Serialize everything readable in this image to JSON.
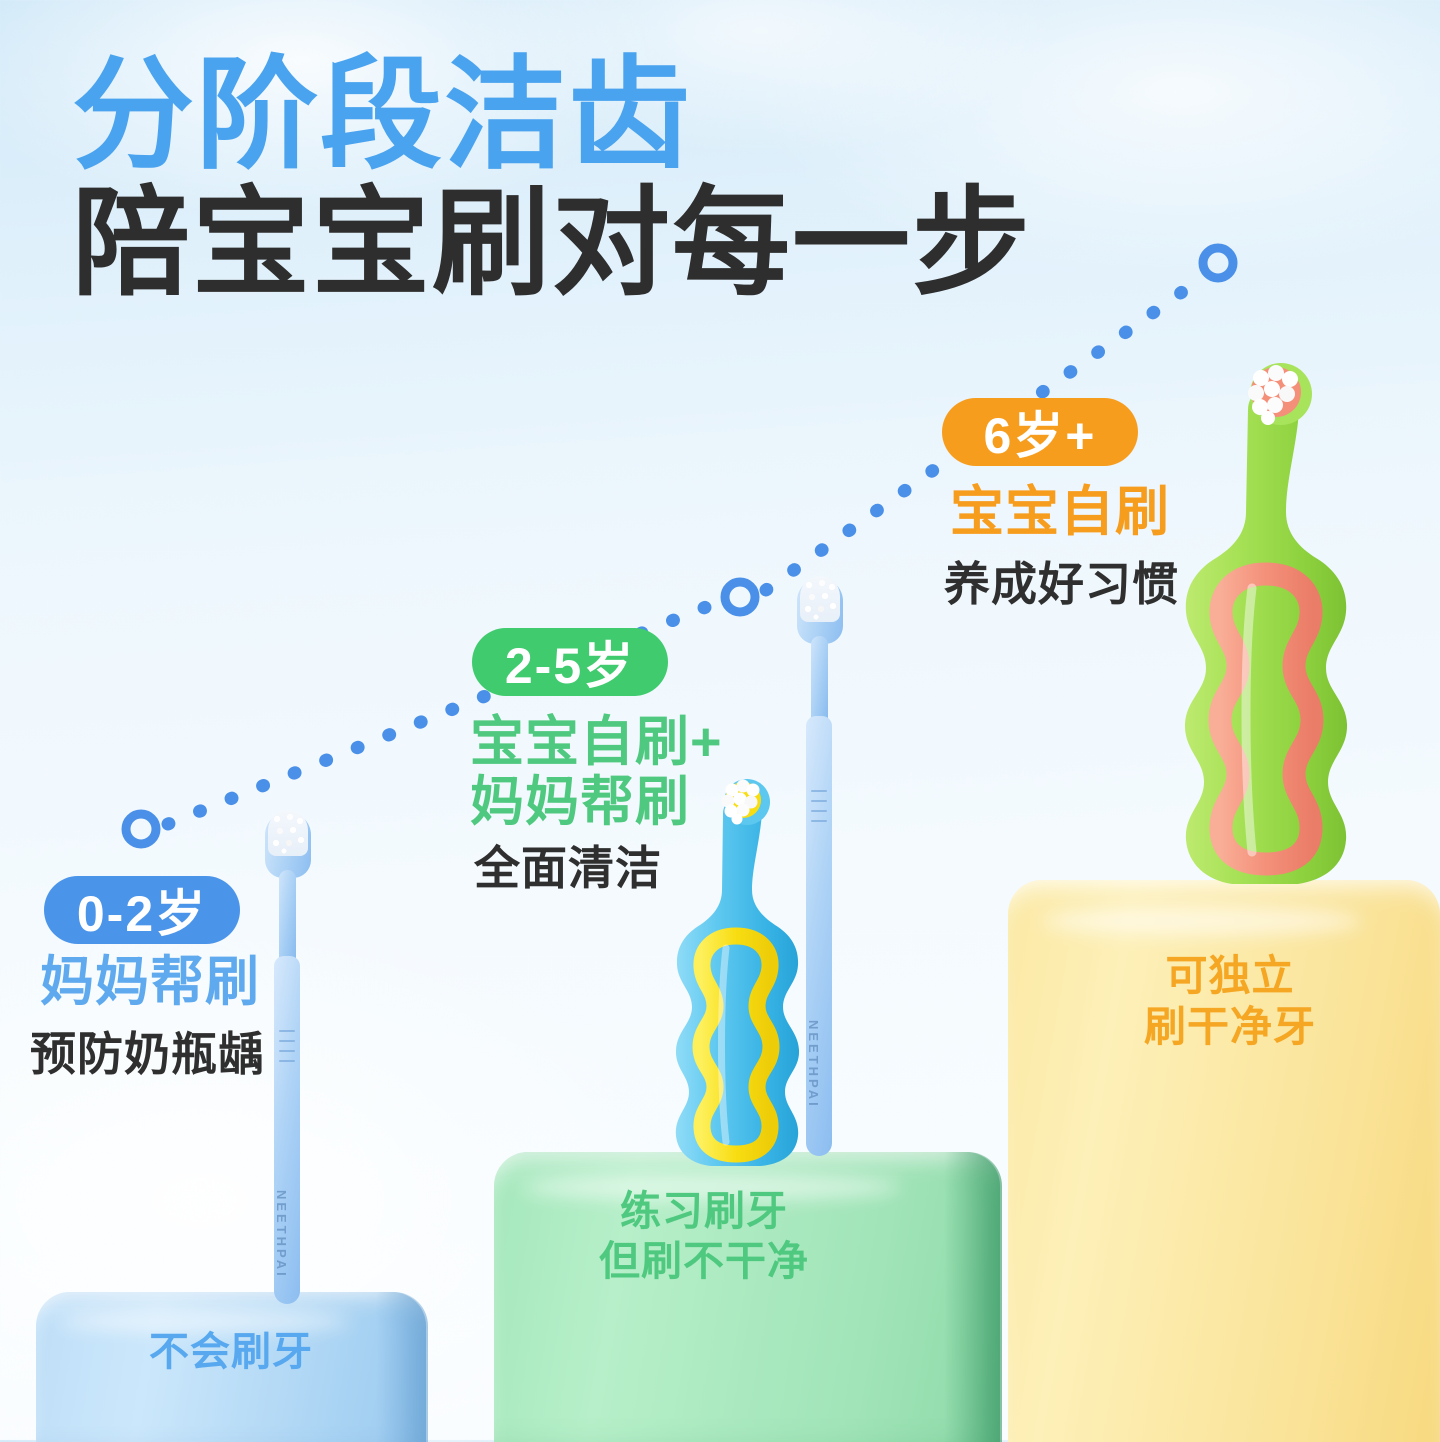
{
  "headline": {
    "line1": "分阶段洁齿",
    "line2": "陪宝宝刷对每一步",
    "line1_color": "#4aa3ef",
    "line2_color": "#2e2e2e"
  },
  "theme": {
    "background_top": "#cfe8f8",
    "background_bottom": "#fbfdff",
    "dot_path_color": "#4a90e8"
  },
  "stages": [
    {
      "badge_label": "0-2岁",
      "badge_color": "#4a94ea",
      "main_text": "妈妈帮刷",
      "main_color": "#5fa9ef",
      "sub_text": "预防奶瓶龋",
      "sub_color": "#2f2f2f",
      "platform_label": "不会刷牙",
      "platform_color": "#bfdff8",
      "platform_text_color": "#57a8ef",
      "product_brand": "NEETHPAI",
      "product_type": "slim-toothbrush",
      "product_color": "#aed3f6"
    },
    {
      "badge_label": "2-5岁",
      "badge_color": "#3fcb6e",
      "main_text": "宝宝自刷+\n妈妈帮刷",
      "main_color": "#4fc97f",
      "sub_text": "全面清洁",
      "sub_color": "#2f2f2f",
      "platform_label": "练习刷牙\n但刷不干净",
      "platform_color": "#a6e8bd",
      "platform_text_color": "#4fc97f",
      "product_brand": "NEETHPAI",
      "product_type": "ring-toothbrush",
      "product_color": "#4ec3ee",
      "product_ring_color": "#f6e021"
    },
    {
      "badge_label": "6岁+",
      "badge_color": "#f79d1e",
      "main_text": "宝宝自刷",
      "main_color": "#f79d1e",
      "sub_text": "养成好习惯",
      "sub_color": "#2f2f2f",
      "platform_label": "可独立\n刷干净牙",
      "platform_color": "#fbe9a4",
      "platform_text_color": "#f5a623",
      "product_type": "ring-toothbrush",
      "product_color": "#9ede4a",
      "product_ring_color": "#f4937c"
    }
  ]
}
